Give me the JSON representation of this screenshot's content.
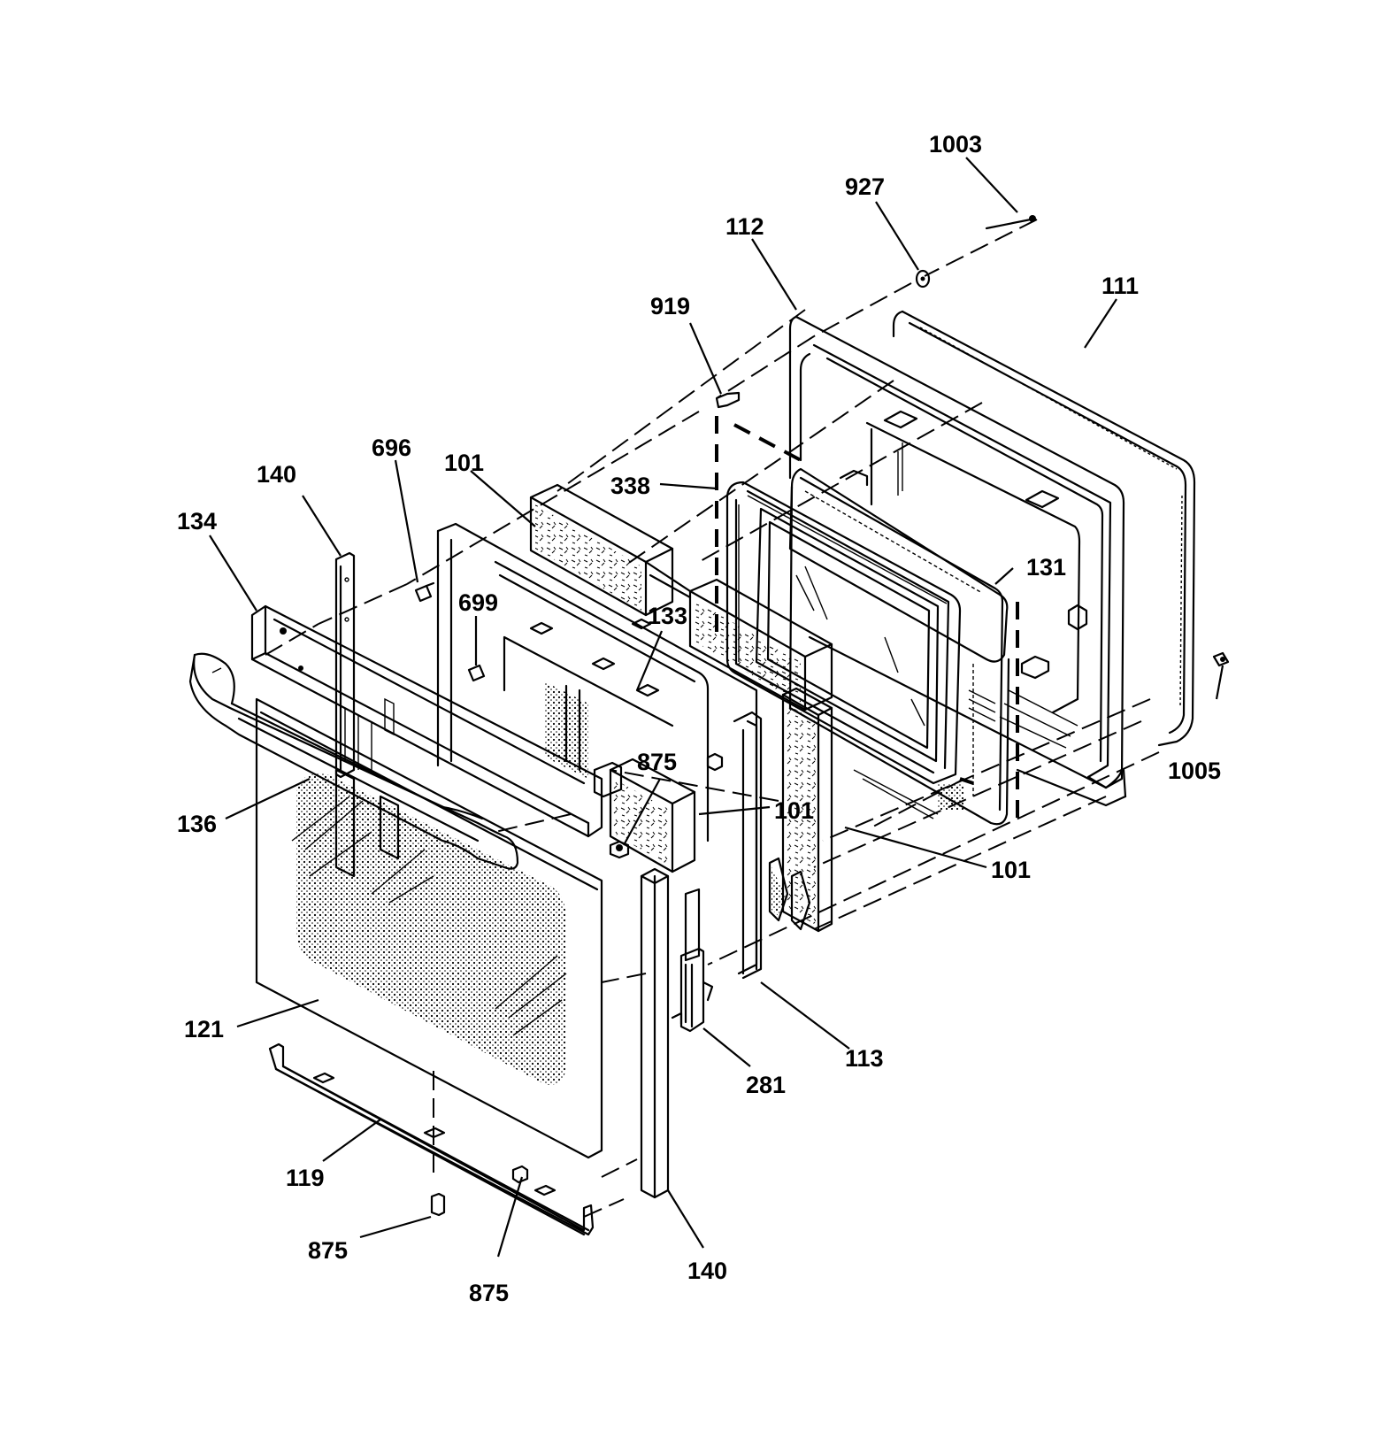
{
  "labels": [
    {
      "id": "1003",
      "text": "1003"
    },
    {
      "id": "927",
      "text": "927"
    },
    {
      "id": "112",
      "text": "112"
    },
    {
      "id": "111",
      "text": "111"
    },
    {
      "id": "919",
      "text": "919"
    },
    {
      "id": "696",
      "text": "696"
    },
    {
      "id": "140a",
      "text": "140"
    },
    {
      "id": "101a",
      "text": "101"
    },
    {
      "id": "338",
      "text": "338"
    },
    {
      "id": "134",
      "text": "134"
    },
    {
      "id": "699",
      "text": "699"
    },
    {
      "id": "133",
      "text": "133"
    },
    {
      "id": "131",
      "text": "131"
    },
    {
      "id": "875a",
      "text": "875"
    },
    {
      "id": "1005",
      "text": "1005"
    },
    {
      "id": "101b",
      "text": "101"
    },
    {
      "id": "136",
      "text": "136"
    },
    {
      "id": "101c",
      "text": "101"
    },
    {
      "id": "121",
      "text": "121"
    },
    {
      "id": "113",
      "text": "113"
    },
    {
      "id": "281",
      "text": "281"
    },
    {
      "id": "119",
      "text": "119"
    },
    {
      "id": "875b",
      "text": "875"
    },
    {
      "id": "140b",
      "text": "140"
    },
    {
      "id": "875c",
      "text": "875"
    }
  ]
}
